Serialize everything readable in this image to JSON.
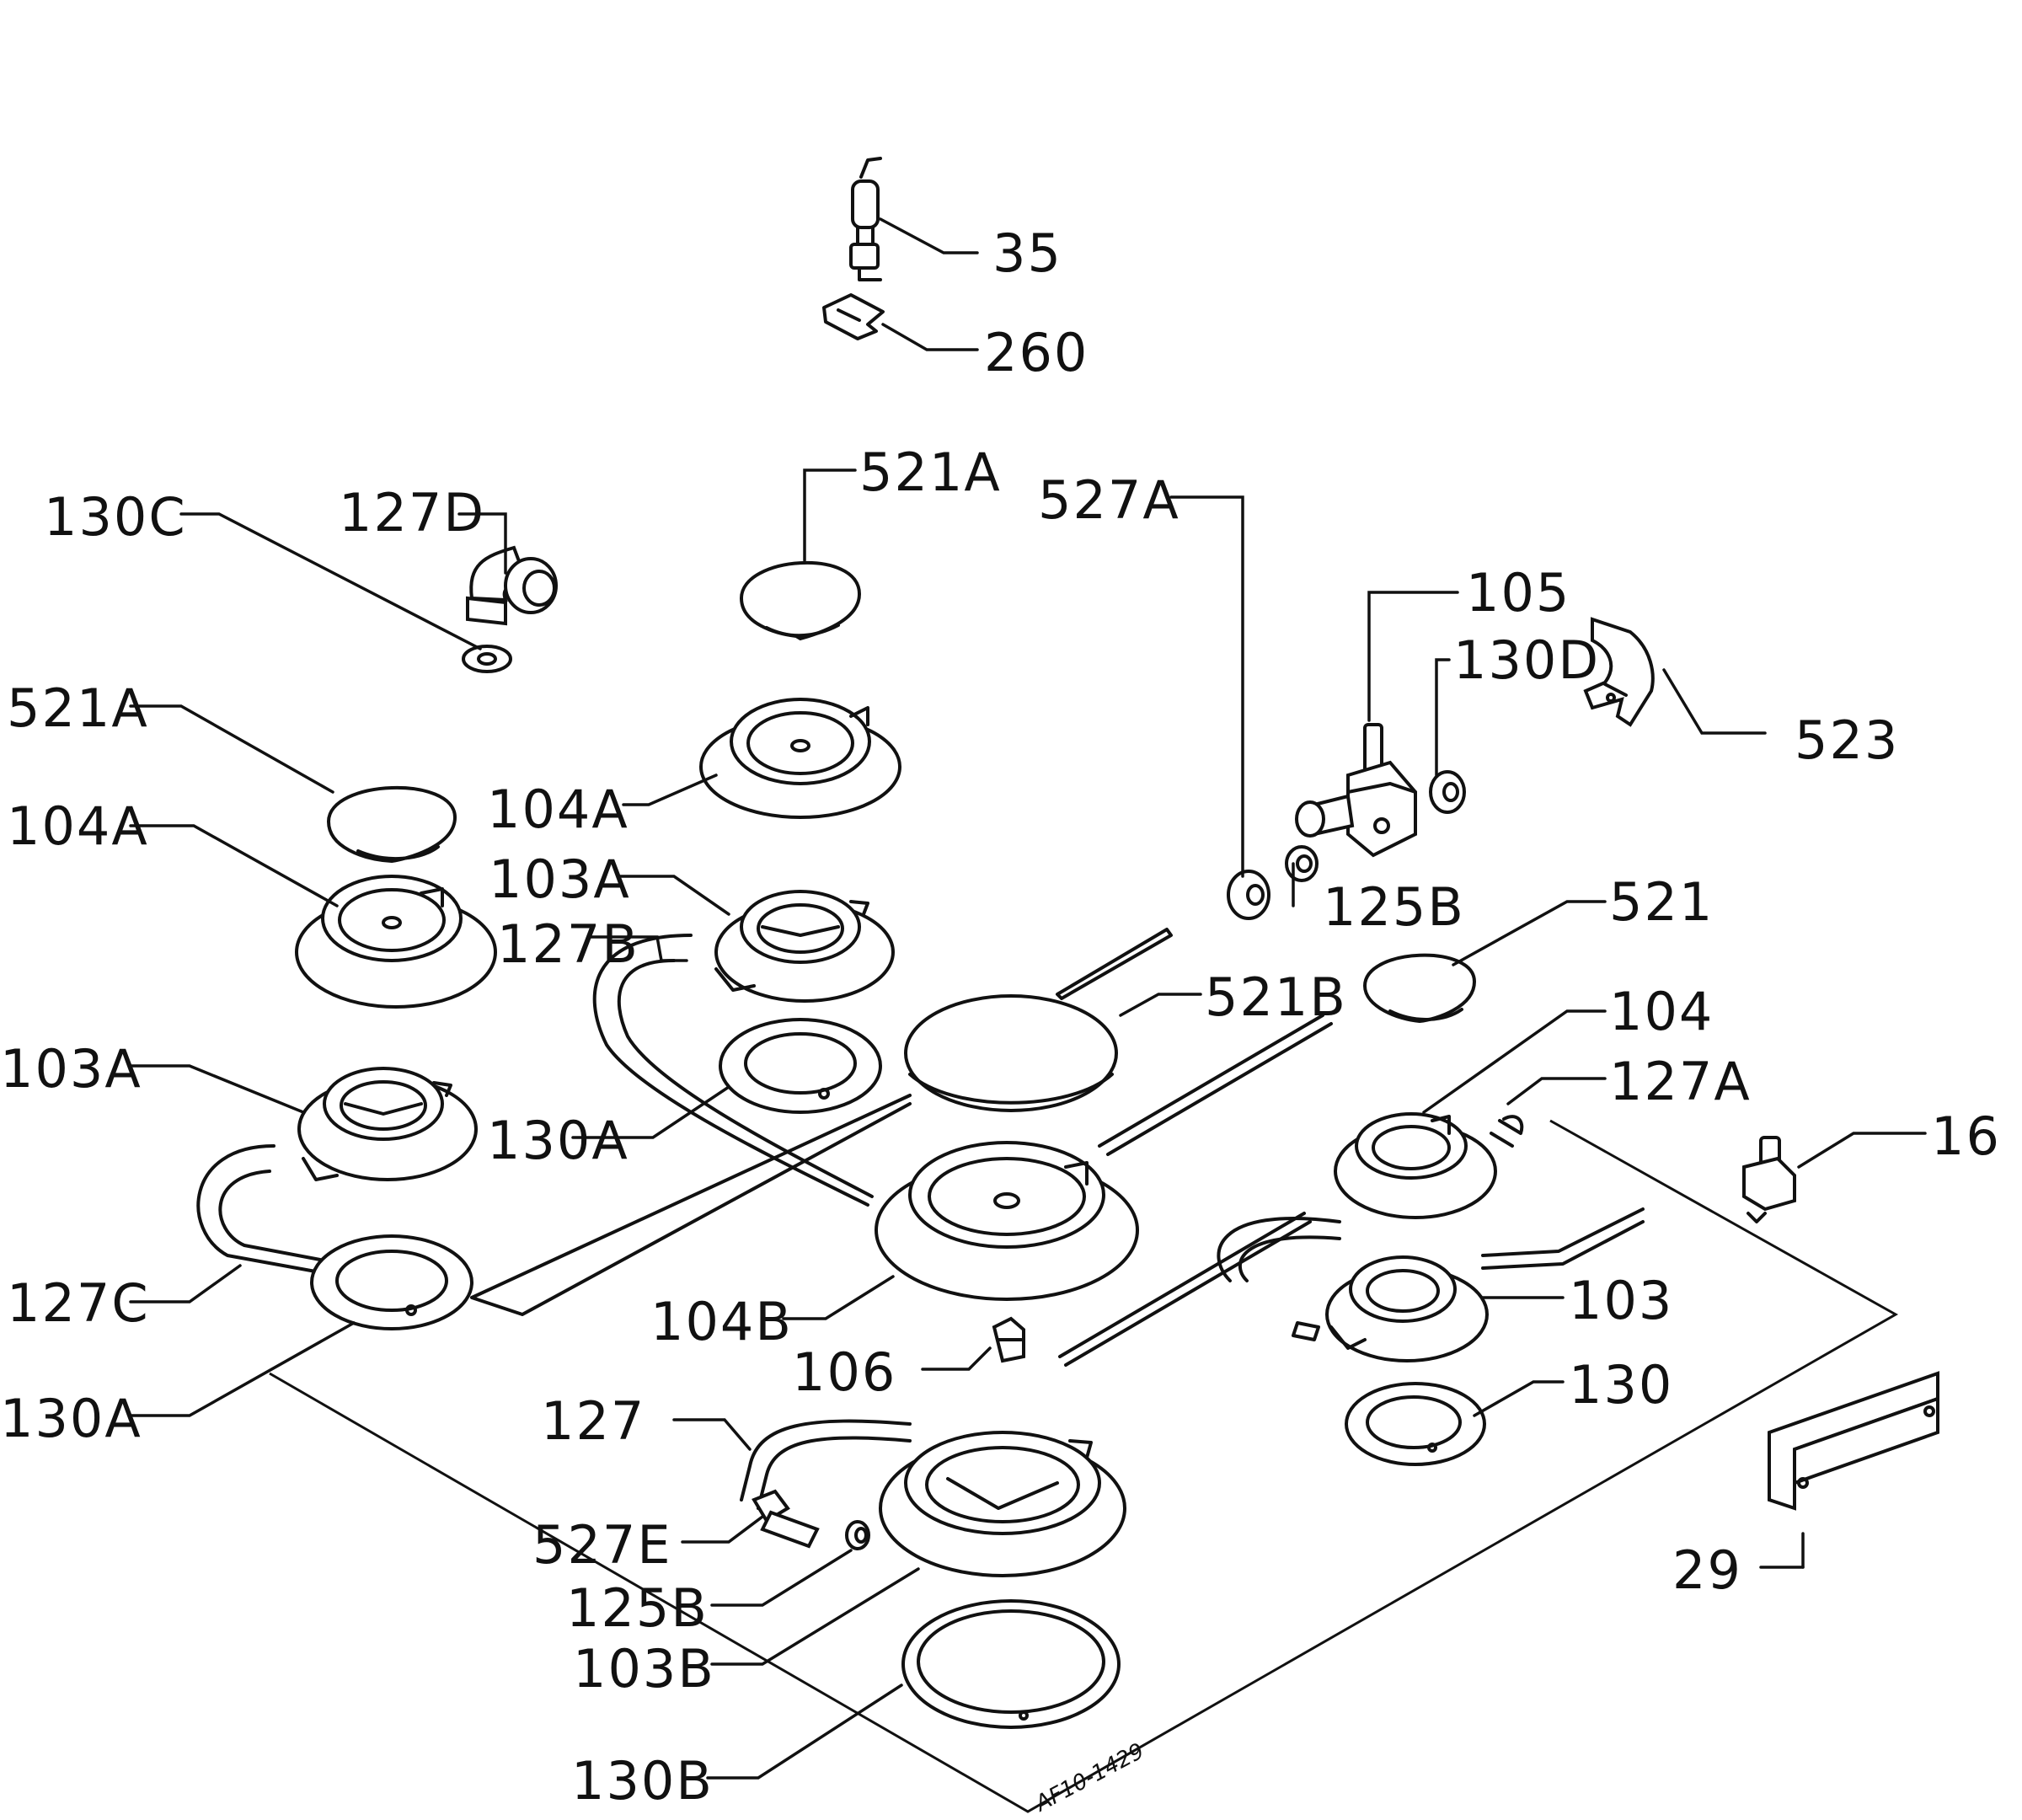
{
  "labels": {
    "l35": "35",
    "l260": "260",
    "l130C": "130C",
    "l127D": "127D",
    "l521A_top": "521A",
    "l527A": "527A",
    "l105": "105",
    "l130D": "130D",
    "l523": "523",
    "l521A_left": "521A",
    "l104A_left": "104A",
    "l104A_mid": "104A",
    "l103A_mid": "103A",
    "l127B": "127B",
    "l125B_top": "125B",
    "l521": "521",
    "l521B": "521B",
    "l104": "104",
    "l127A": "127A",
    "l103A_left": "103A",
    "l130A_mid": "130A",
    "l16": "16",
    "l127C": "127C",
    "l104B": "104B",
    "l103": "103",
    "l106": "106",
    "l130A_left": "130A",
    "l130": "130",
    "l127": "127",
    "l29": "29",
    "l527E": "527E",
    "l125B_bot": "125B",
    "l103B": "103B",
    "l130B": "130B"
  },
  "drawing_code": "AF10-1429"
}
